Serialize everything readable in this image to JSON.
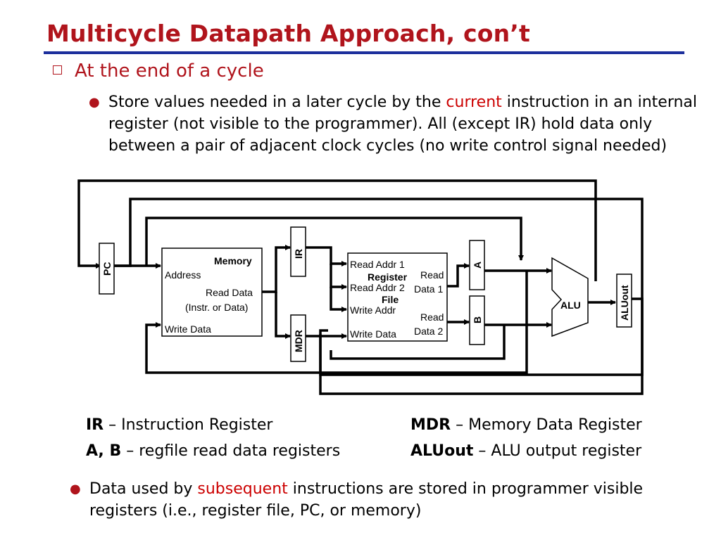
{
  "title": "Multicycle Datapath Approach, con’t",
  "level1": "At the end of a cycle",
  "bullet1": {
    "before": "Store values needed in a later cycle by the ",
    "highlight": "current",
    "after": " instruction in an internal register (not visible to the programmer). All (except IR) hold data only between a pair of adjacent clock cycles (no write control signal needed)"
  },
  "diagram": {
    "pc": "PC",
    "ir": "IR",
    "mdr": "MDR",
    "a": "A",
    "b": "B",
    "aluout": "ALUout",
    "alu": "ALU",
    "memory": {
      "title": "Memory",
      "address": "Address",
      "read_data": "Read Data",
      "read_data_sub": "(Instr. or Data)",
      "write_data": "Write Data"
    },
    "regfile": {
      "title1": "Register",
      "title2": "File",
      "read_addr1": "Read Addr 1",
      "read_addr2": "Read Addr 2",
      "write_addr": "Write Addr",
      "write_data": "Write Data",
      "read_data1_a": "Read",
      "read_data1_b": "Data 1",
      "read_data2_a": "Read",
      "read_data2_b": "Data 2"
    }
  },
  "legend": {
    "ir_term": "IR",
    "ir_def": " – Instruction Register",
    "mdr_term": "MDR",
    "mdr_def": " – Memory Data Register",
    "ab_term": "A, B",
    "ab_def": " – regfile read data registers",
    "aluout_term": "ALUout",
    "aluout_def": " – ALU output register"
  },
  "bullet2": {
    "before": "Data used by ",
    "highlight": "subsequent",
    "after": " instructions are stored in programmer visible registers (i.e., register file, PC, or memory)"
  },
  "colors": {
    "title": "#b0141c",
    "rule": "#1c2f9c",
    "highlight": "#cc0000"
  }
}
